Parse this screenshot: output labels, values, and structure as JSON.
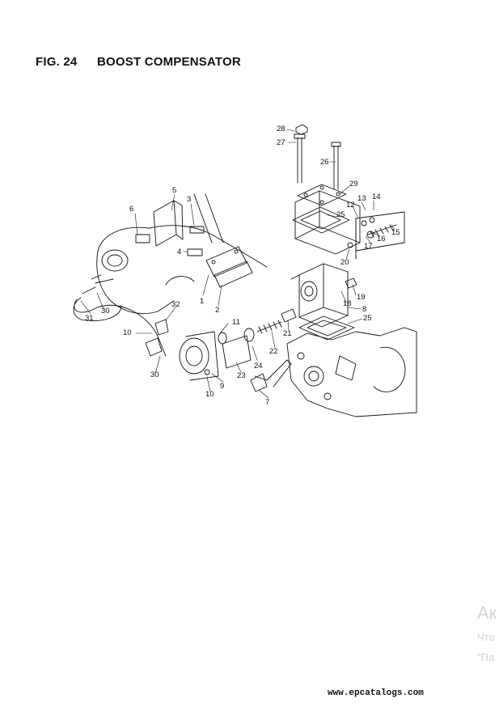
{
  "figure": {
    "number": "FIG. 24",
    "title": "BOOST COMPENSATOR"
  },
  "callouts": [
    "28",
    "27",
    "26",
    "29",
    "25",
    "13",
    "14",
    "12",
    "15",
    "16",
    "17",
    "20",
    "5",
    "3",
    "6",
    "4",
    "1",
    "2",
    "19",
    "18",
    "8",
    "25",
    "32",
    "11",
    "31",
    "30",
    "10",
    "21",
    "22",
    "24",
    "23",
    "9",
    "30",
    "10",
    "7"
  ],
  "watermark": {
    "line1": "Ак",
    "line2": "Что",
    "line3": "\"Па"
  },
  "footer": {
    "url": "www.epcatalogs.com"
  }
}
